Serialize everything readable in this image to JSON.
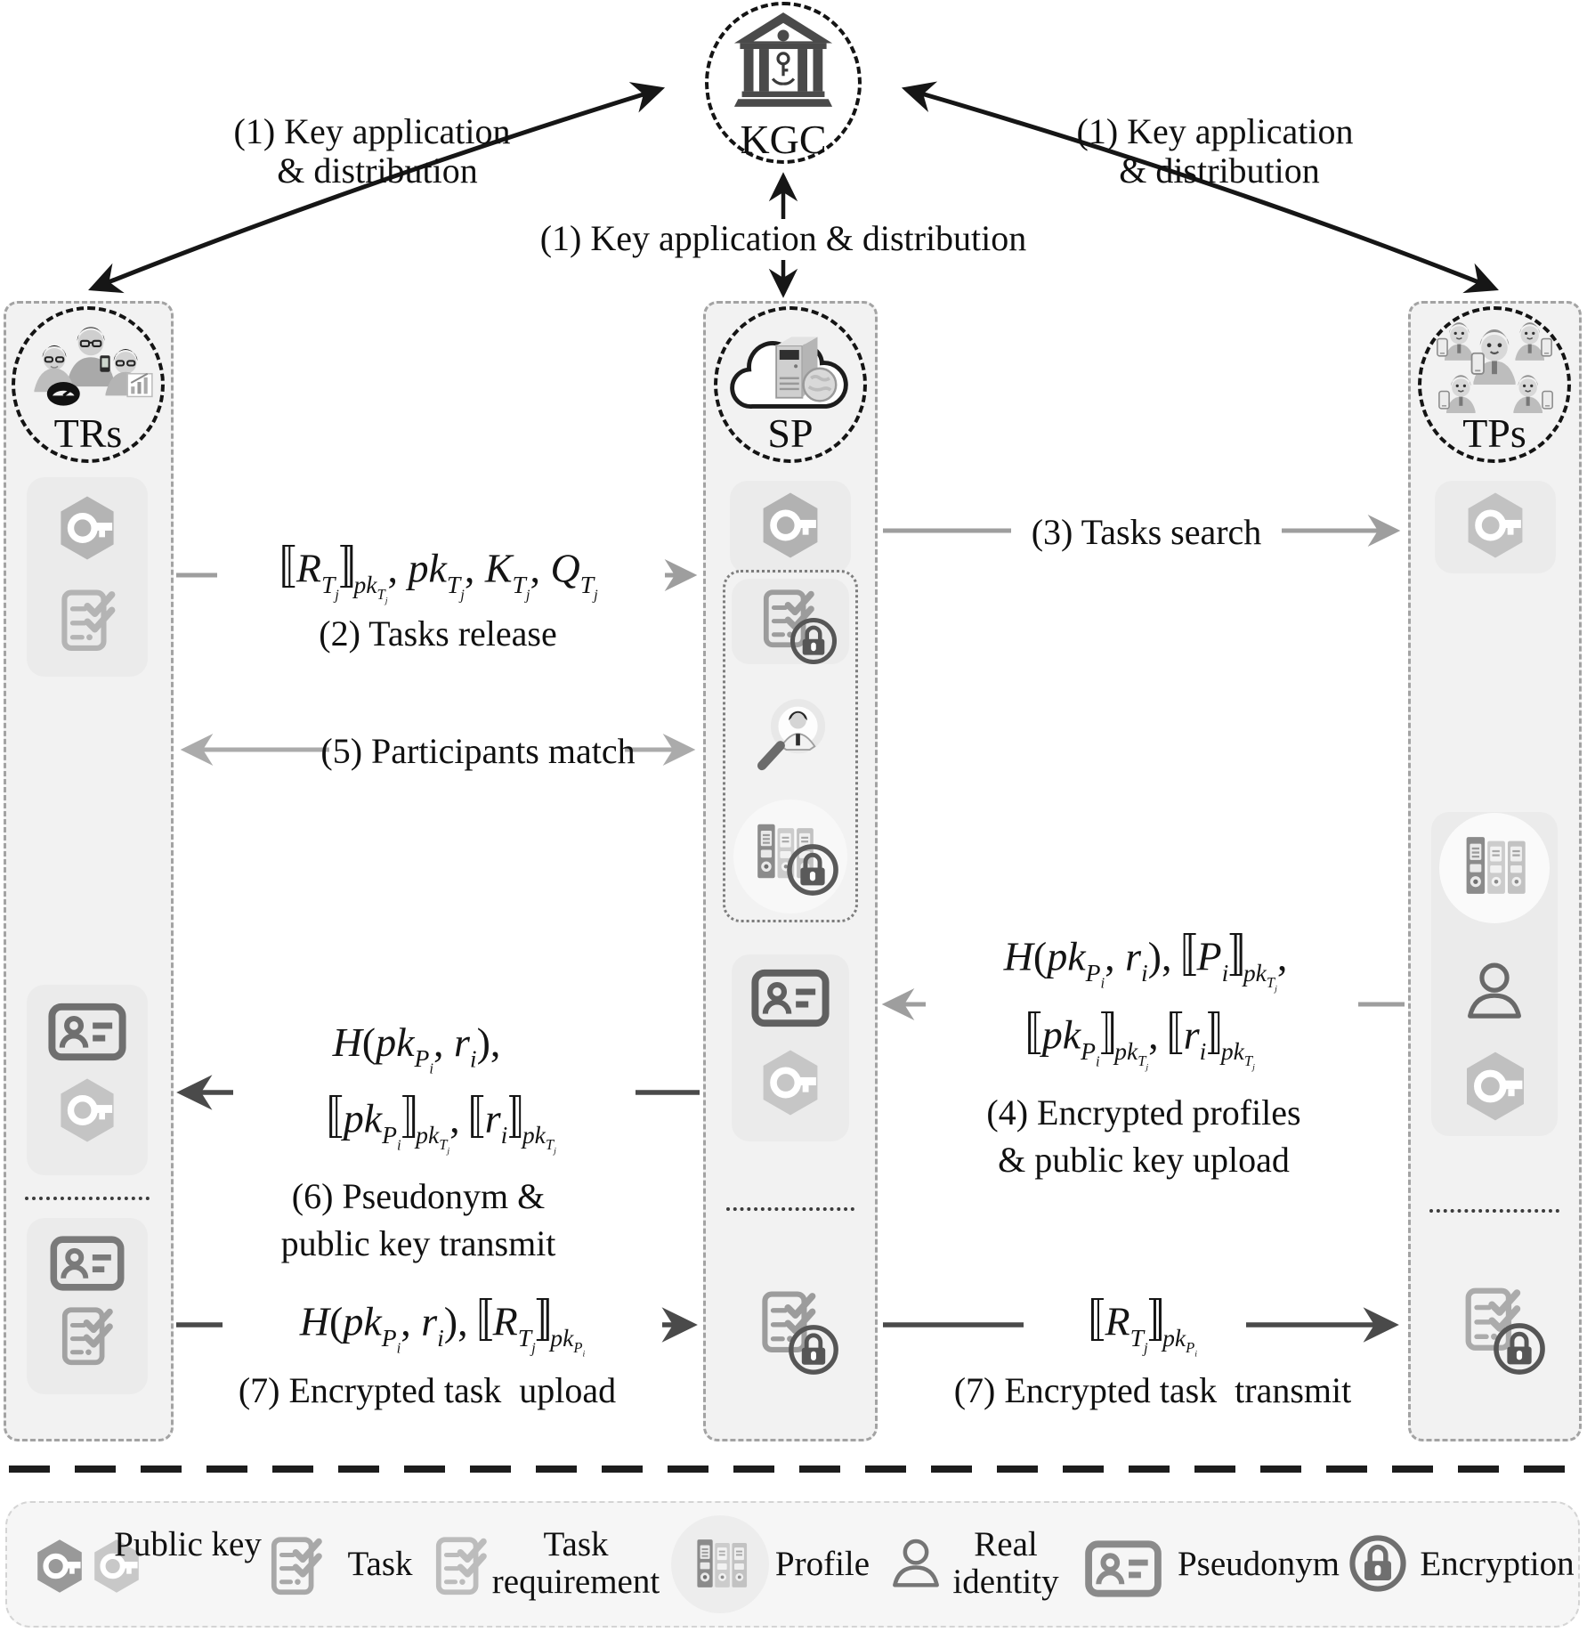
{
  "nodes": {
    "kgc": {
      "label": "KGC"
    },
    "trs": {
      "label": "TRs"
    },
    "sp": {
      "label": "SP"
    },
    "tps": {
      "label": "TPs"
    }
  },
  "edges": {
    "key_left": {
      "line1": "(1) Key application",
      "line2": "& distribution"
    },
    "key_middle": {
      "label": "(1) Key application & distribution"
    },
    "key_right": {
      "line1": "(1) Key application",
      "line2": "& distribution"
    },
    "tasks_release": {
      "formula": "⟦R_{T_{j}}⟧_{pk_{T_{j}}}, pk_{T_{j}}, K_{T_{j}}, Q_{T_{j}}",
      "label": "(2) Tasks release"
    },
    "tasks_search": {
      "label": "(3) Tasks search"
    },
    "profiles_upload": {
      "formula_line1": "H(pk_{P_{i}}, r_{i}), ⟦P_{i}⟧_{pk_{T_{j}}},",
      "formula_line2": "⟦pk_{P_{i}}⟧_{pk_{T_{j}}}, ⟦r_{i}⟧_{pk_{T_{j}}}",
      "line1": "(4) Encrypted profiles",
      "line2": "& public key upload"
    },
    "participants_match": {
      "label": "(5) Participants match"
    },
    "pseudonym_transmit": {
      "formula_line1": "H(pk_{P_{i}}, r_{i}),",
      "formula_line2": "⟦pk_{P_{i}}⟧_{pk_{T_{j}}}, ⟦r_{i}⟧_{pk_{T_{j}}}",
      "line1": "(6) Pseudonym &",
      "line2": "public key transmit"
    },
    "task_upload": {
      "formula": "H(pk_{P_{i}}, r_{i}), ⟦R_{T_{j}}⟧_{pk_{P_{i}}}",
      "label": "(7) Encrypted task  upload"
    },
    "task_transmit": {
      "formula": "⟦R_{T_{j}}⟧_{pk_{P_{i}}}",
      "label": "(7) Encrypted task  transmit"
    }
  },
  "legend": {
    "items": [
      {
        "icon": "public-key-icon",
        "label": "Public key"
      },
      {
        "icon": "task-icon",
        "label": "Task"
      },
      {
        "icon": "task-requirement-icon",
        "label": "Task requirement"
      },
      {
        "icon": "profile-icon",
        "label": "Profile"
      },
      {
        "icon": "real-identity-icon",
        "label": "Real identity"
      },
      {
        "icon": "pseudonym-icon",
        "label": "Pseudonym"
      },
      {
        "icon": "encryption-icon",
        "label": "Encryption"
      }
    ]
  },
  "colors": {
    "column_bg": "#f2f2f2",
    "black_arrow": "#161616",
    "gray_arrow": "#9e9e9e",
    "dark_arrow": "#4a4a4a"
  }
}
